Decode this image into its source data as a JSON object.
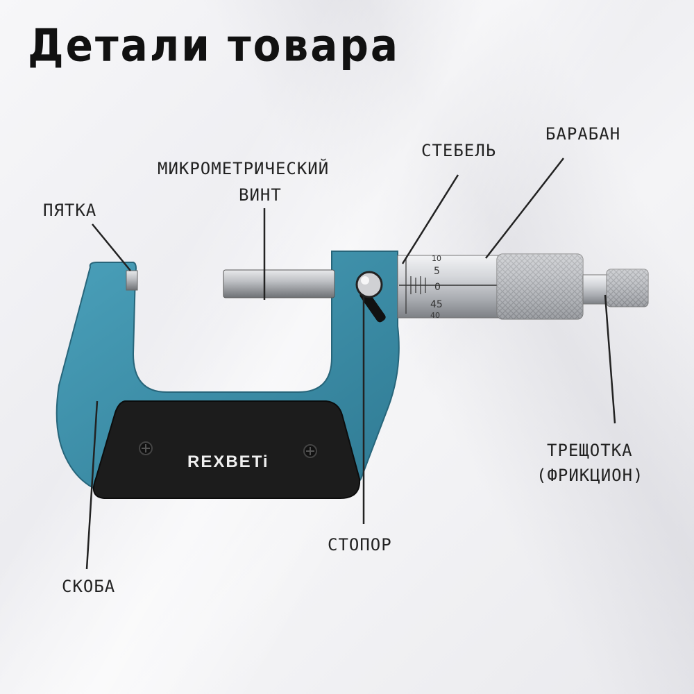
{
  "title": "Детали товара",
  "brand": "REXBETi",
  "labels": {
    "heel": "ПЯТКА",
    "spindle_line1": "МИКРОМЕТРИЧЕСКИЙ",
    "spindle_line2": "ВИНТ",
    "sleeve": "СТЕБЕЛЬ",
    "thimble": "БАРАБАН",
    "ratchet_line1": "ТРЕЩОТКА",
    "ratchet_line2": "(ФРИКЦИОН)",
    "lock": "СТОПОР",
    "frame": "СКОБА"
  },
  "scale": [
    "10",
    "5",
    "0",
    "45",
    "40"
  ],
  "colors": {
    "frame": "#3d8fa8",
    "plate": "#1c1c1c",
    "metal": "#c9cbcf"
  }
}
